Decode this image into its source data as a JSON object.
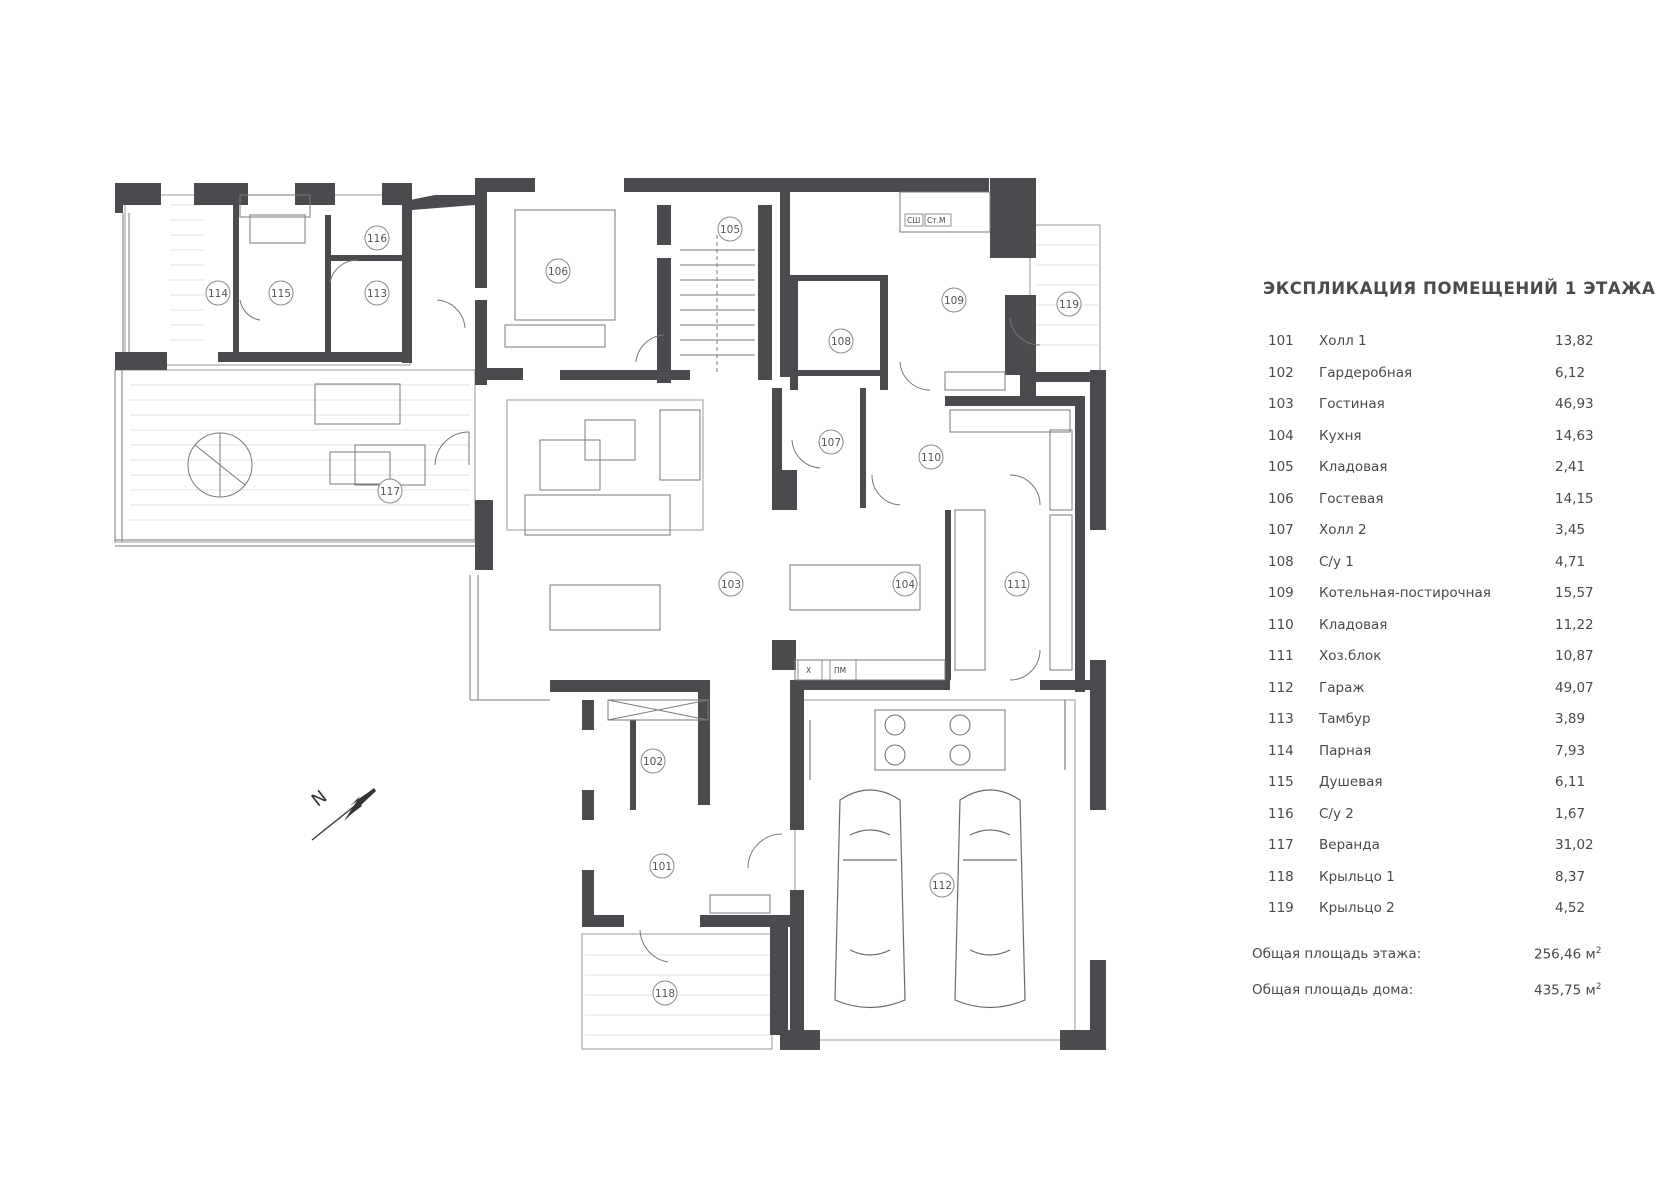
{
  "legend": {
    "title": "ЭКСПЛИКАЦИЯ ПОМЕЩЕНИЙ 1 ЭТАЖА",
    "rooms": [
      {
        "num": "101",
        "name": "Холл 1",
        "area": "13,82"
      },
      {
        "num": "102",
        "name": "Гардеробная",
        "area": "6,12"
      },
      {
        "num": "103",
        "name": "Гостиная",
        "area": "46,93"
      },
      {
        "num": "104",
        "name": "Кухня",
        "area": "14,63"
      },
      {
        "num": "105",
        "name": "Кладовая",
        "area": "2,41"
      },
      {
        "num": "106",
        "name": "Гостевая",
        "area": "14,15"
      },
      {
        "num": "107",
        "name": "Холл 2",
        "area": "3,45"
      },
      {
        "num": "108",
        "name": "С/у 1",
        "area": "4,71"
      },
      {
        "num": "109",
        "name": "Котельная-постирочная",
        "area": "15,57"
      },
      {
        "num": "110",
        "name": "Кладовая",
        "area": "11,22"
      },
      {
        "num": "111",
        "name": "Хоз.блок",
        "area": "10,87"
      },
      {
        "num": "112",
        "name": "Гараж",
        "area": "49,07"
      },
      {
        "num": "113",
        "name": "Тамбур",
        "area": "3,89"
      },
      {
        "num": "114",
        "name": "Парная",
        "area": "7,93"
      },
      {
        "num": "115",
        "name": "Душевая",
        "area": "6,11"
      },
      {
        "num": "116",
        "name": "С/у 2",
        "area": "1,67"
      },
      {
        "num": "117",
        "name": "Веранда",
        "area": "31,02"
      },
      {
        "num": "118",
        "name": "Крыльцо 1",
        "area": "8,37"
      },
      {
        "num": "119",
        "name": "Крыльцо 2",
        "area": "4,52"
      }
    ],
    "totals": [
      {
        "label": "Общая площадь этажа:",
        "value": "256,46 м",
        "sup": "2"
      },
      {
        "label": "Общая площадь дома:",
        "value": "435,75 м",
        "sup": "2"
      }
    ]
  },
  "plan": {
    "north_label": "N",
    "room_tags": [
      "101",
      "102",
      "103",
      "104",
      "105",
      "106",
      "107",
      "108",
      "109",
      "110",
      "111",
      "112",
      "113",
      "114",
      "115",
      "116",
      "117",
      "118",
      "119"
    ],
    "appliance_labels": {
      "dishwasher": "СШ",
      "washer": "Ст.М",
      "fridge": "Х",
      "dishwasher_kitchen": "ПМ"
    }
  },
  "colors": {
    "wall": "#4b4b4f",
    "line": "#8a8a8a",
    "text": "#4a4a4a"
  }
}
